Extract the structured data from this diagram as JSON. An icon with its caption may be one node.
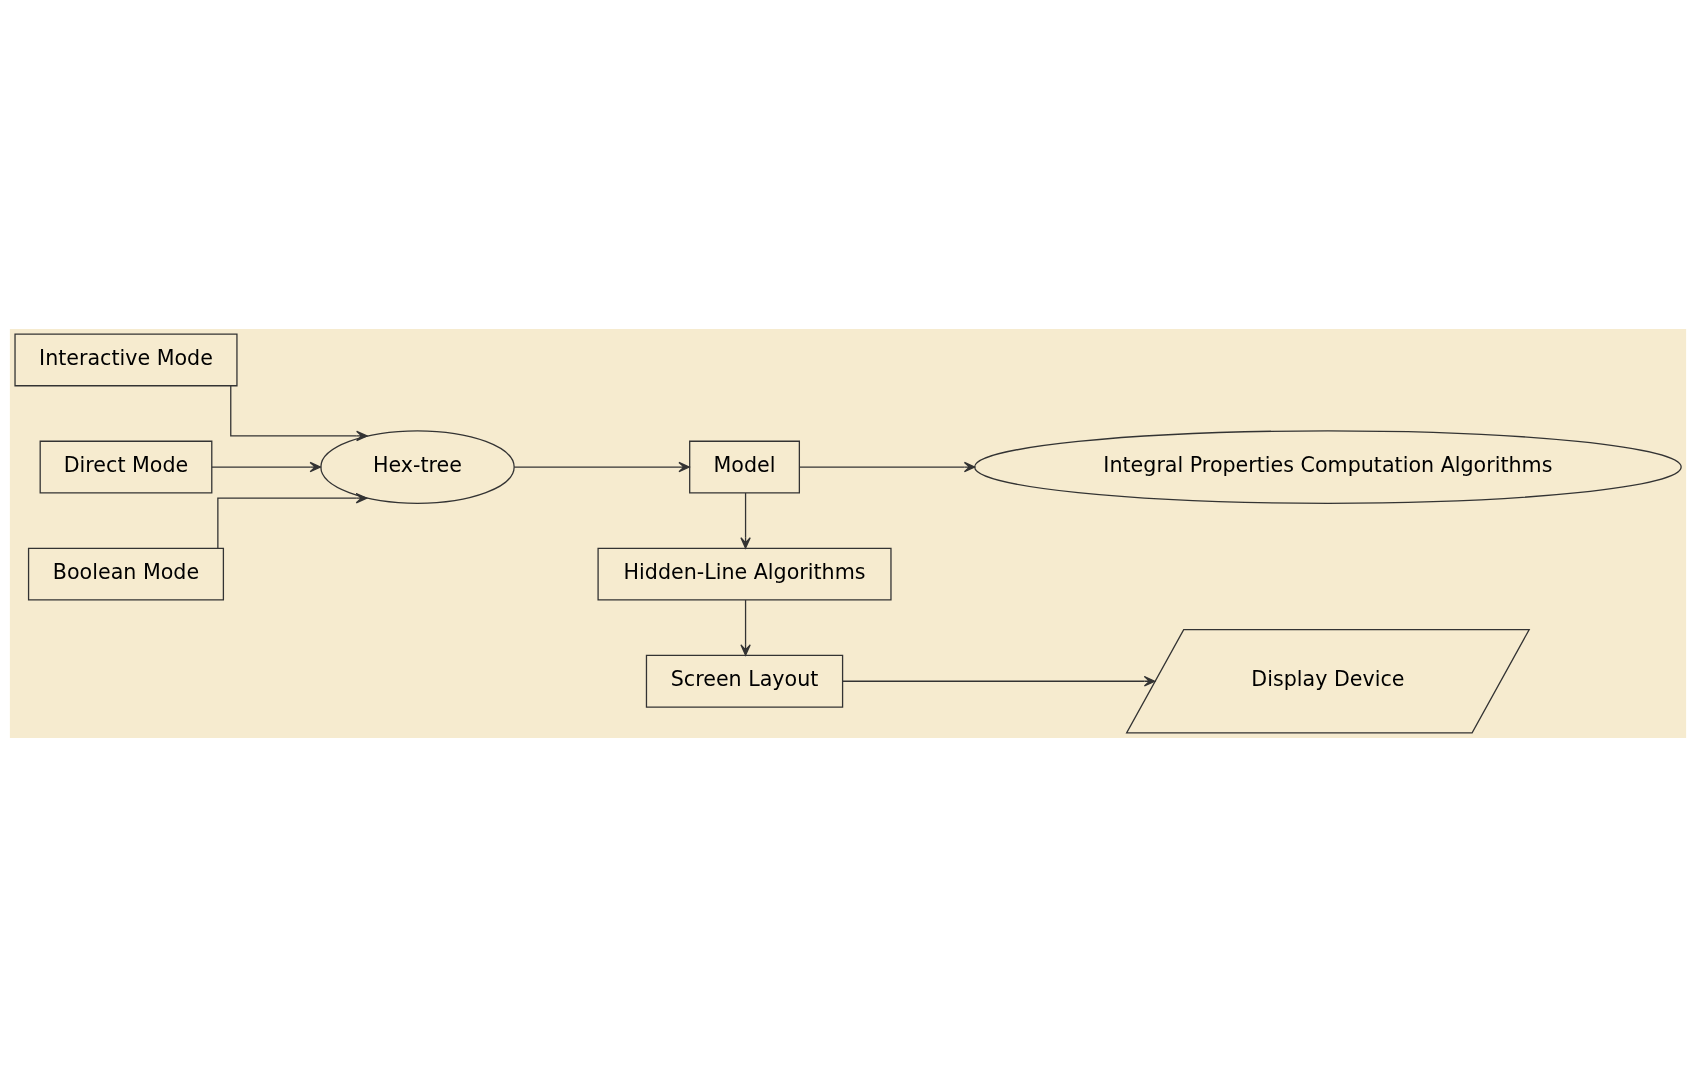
{
  "diagram": {
    "nodes": [
      {
        "text": [
          "Interactive Mode"
        ]
      },
      {
        "text": [
          "Direct Mode"
        ]
      },
      {
        "text": [
          "Boolean Mode"
        ]
      },
      {
        "text": [
          "Hex-tree"
        ]
      },
      {
        "text": [
          "Model"
        ]
      },
      {
        "text": [
          "Integral Properties Computation Algorithms"
        ]
      },
      {
        "text": [
          "Hidden-Line Algorithms"
        ]
      },
      {
        "text": [
          "Screen Layout"
        ]
      },
      {
        "text": [
          "Display Device"
        ]
      }
    ],
    "edges": [
      {
        "from": 0,
        "to": 3,
        "arrow": "to"
      },
      {
        "from": 1,
        "to": 3,
        "arrow": "to"
      },
      {
        "from": 2,
        "to": 3,
        "arrow": "to"
      },
      {
        "from": 3,
        "to": 4,
        "arrow": "to"
      },
      {
        "from": 4,
        "to": 5,
        "arrow": "to"
      },
      {
        "from": 4,
        "to": 6,
        "arrow": "to"
      },
      {
        "from": 6,
        "to": 7,
        "arrow": "to"
      },
      {
        "from": 7,
        "to": 8,
        "arrow": "to"
      }
    ]
  }
}
